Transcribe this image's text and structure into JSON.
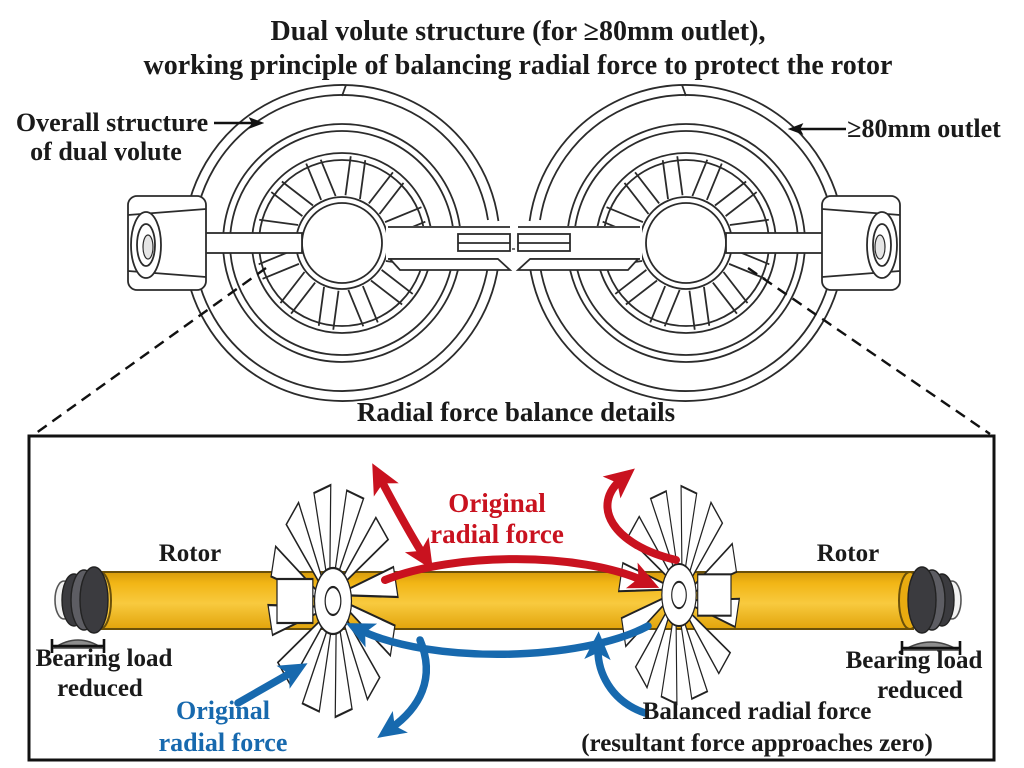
{
  "title": {
    "line1": "Dual volute structure (for ≥80mm outlet),",
    "line2": "working principle of balancing radial force to protect the rotor"
  },
  "top": {
    "left_label": {
      "line1": "Overall structure",
      "line2": "of dual volute"
    },
    "right_label": "≥80mm outlet"
  },
  "detail": {
    "heading": "Radial force balance details",
    "rotor_left": "Rotor",
    "rotor_right": "Rotor",
    "red_force": {
      "line1": "Original",
      "line2": "radial force"
    },
    "blue_force": {
      "line1": "Original",
      "line2": "radial force"
    },
    "bearing_left": {
      "line1": "Bearing load",
      "line2": "reduced"
    },
    "bearing_right": {
      "line1": "Bearing load",
      "line2": "reduced"
    },
    "balanced": {
      "line1": "Balanced radial force",
      "line2": "(resultant force approaches zero)"
    }
  },
  "colors": {
    "red": "#c9121f",
    "blue": "#1769ae",
    "shaft_gold": "#f3b714",
    "line_art": "#2b2b2b"
  }
}
